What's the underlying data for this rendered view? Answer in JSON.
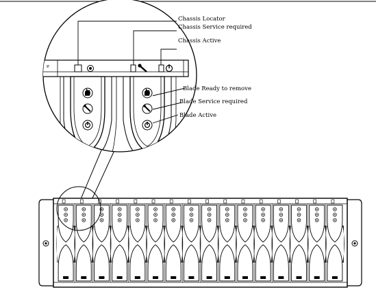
{
  "callouts": {
    "chassis_locator": "Chassis Locator",
    "chassis_service_required": "Chassis Service required",
    "chassis_active": "Chassis Active",
    "blade_ready_to_remove": "Blade Ready to remove",
    "blade_service_required": "Blade Service required",
    "blade_active": "Blade Active"
  },
  "icons": {
    "chassis_locator": "locator-button-icon",
    "chassis_service": "wrench-icon",
    "chassis_active": "power-icon",
    "blade_ready": "hand-icon",
    "blade_service": "wrench-icon",
    "blade_active": "power-icon"
  },
  "chassis": {
    "blade_count": 16
  }
}
